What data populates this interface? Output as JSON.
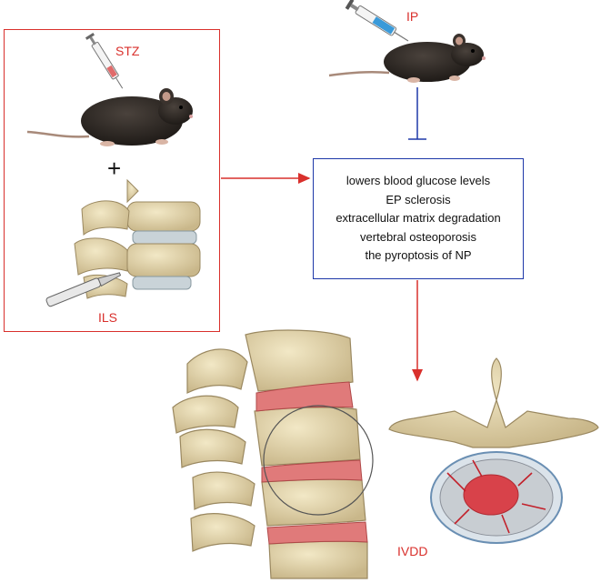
{
  "labels": {
    "stz": "STZ",
    "ip": "IP",
    "ils": "ILS",
    "ivdd": "IVDD",
    "plus": "+"
  },
  "effects": [
    "lowers blood glucose levels",
    "EP sclerosis",
    "extracellular matrix degradation",
    "vertebral osteoporosis",
    "the pyroptosis of NP"
  ],
  "colors": {
    "red": "#d9302c",
    "blue": "#1e38a8",
    "bone": "#e3d6a8",
    "disc": "#e07a7a",
    "mouse": "#2a2522"
  }
}
